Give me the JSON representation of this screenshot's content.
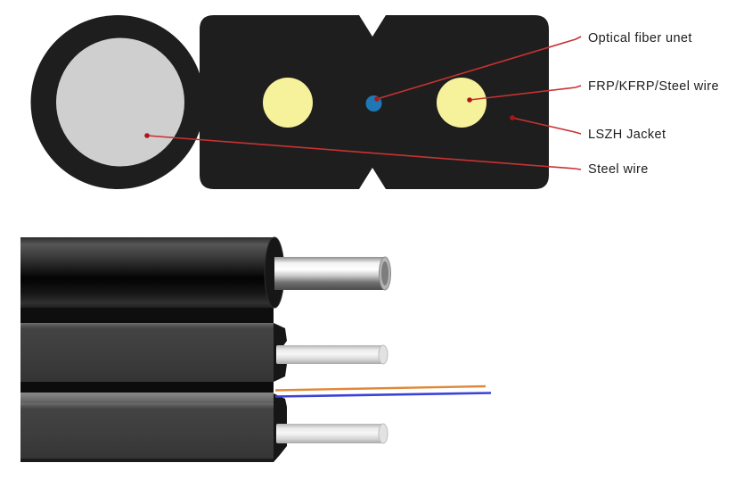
{
  "figure": {
    "subject": "flat drop cable diagram",
    "callouts": [
      {
        "label": "Optical fiber unet"
      },
      {
        "label": "FRP/KFRP/Steel wire"
      },
      {
        "label": "LSZH Jacket"
      },
      {
        "label": "Steel wire"
      }
    ],
    "colors": {
      "background": "#ffffff",
      "jacket_black": "#1e1e1e",
      "steel_wire_core_gray": "#cfcfcf",
      "strength_member_yellow": "#f6f29b",
      "fiber_unit_blue": "#1f78b5",
      "leader_line_red": "#c83232",
      "anchor_dot_red": "#b01515",
      "fiber_orange": "#e0883a",
      "fiber_blue": "#3b42d8",
      "label_text": "#1d1d1d"
    }
  }
}
